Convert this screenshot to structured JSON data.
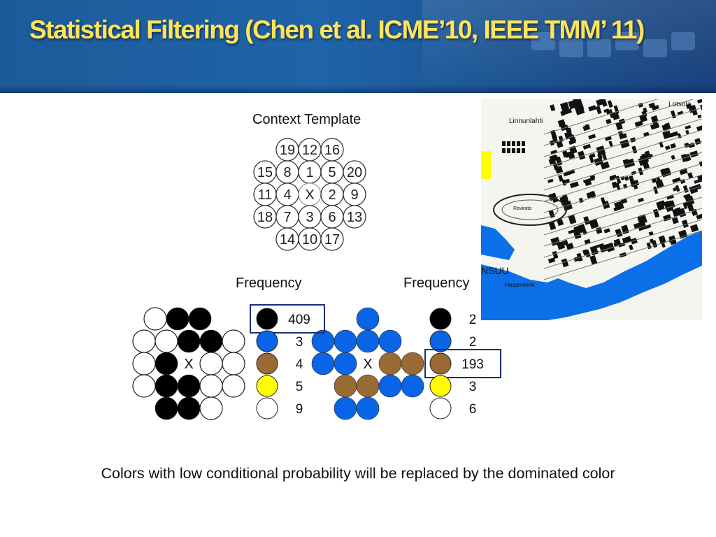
{
  "slide": {
    "title": "Statistical Filtering (Chen et al. ICME’10, IEEE TMM’ 11)",
    "caption": "Colors with low conditional probability will be replaced by the dominated color"
  },
  "context_template": {
    "label": "Context Template",
    "center_label": "X",
    "rows": [
      [
        "19",
        "12",
        "16"
      ],
      [
        "15",
        "8",
        "1",
        "5",
        "20"
      ],
      [
        "11",
        "4",
        "X",
        "2",
        "9"
      ],
      [
        "18",
        "7",
        "3",
        "6",
        "13"
      ],
      [
        "14",
        "10",
        "17"
      ]
    ]
  },
  "left_example": {
    "frequency_label": "Frequency",
    "center_label": "X",
    "frequencies": [
      {
        "color": "black",
        "value": "409",
        "highlighted": true
      },
      {
        "color": "blue",
        "value": "3",
        "highlighted": false
      },
      {
        "color": "brown",
        "value": "4",
        "highlighted": false
      },
      {
        "color": "yellow",
        "value": "5",
        "highlighted": false
      },
      {
        "color": "white",
        "value": "9",
        "highlighted": false
      }
    ]
  },
  "right_example": {
    "frequency_label": "Frequency",
    "center_label": "X",
    "frequencies": [
      {
        "color": "black",
        "value": "2",
        "highlighted": false
      },
      {
        "color": "blue",
        "value": "2",
        "highlighted": false
      },
      {
        "color": "brown",
        "value": "193",
        "highlighted": true
      },
      {
        "color": "yellow",
        "value": "3",
        "highlighted": false
      },
      {
        "color": "white",
        "value": "6",
        "highlighted": false
      }
    ]
  },
  "map": {
    "place_labels": [
      "Linnunlahti",
      "Lotsola",
      "Ravirata",
      "NSUU",
      "Hasanniemi"
    ]
  },
  "colors": {
    "title": "#ffe45a",
    "black": "#000000",
    "blue": "#0a64e6",
    "brown": "#9a6a34",
    "yellow": "#ffff00",
    "white": "#ffffff",
    "highlight_border": "#1b2f7a"
  }
}
